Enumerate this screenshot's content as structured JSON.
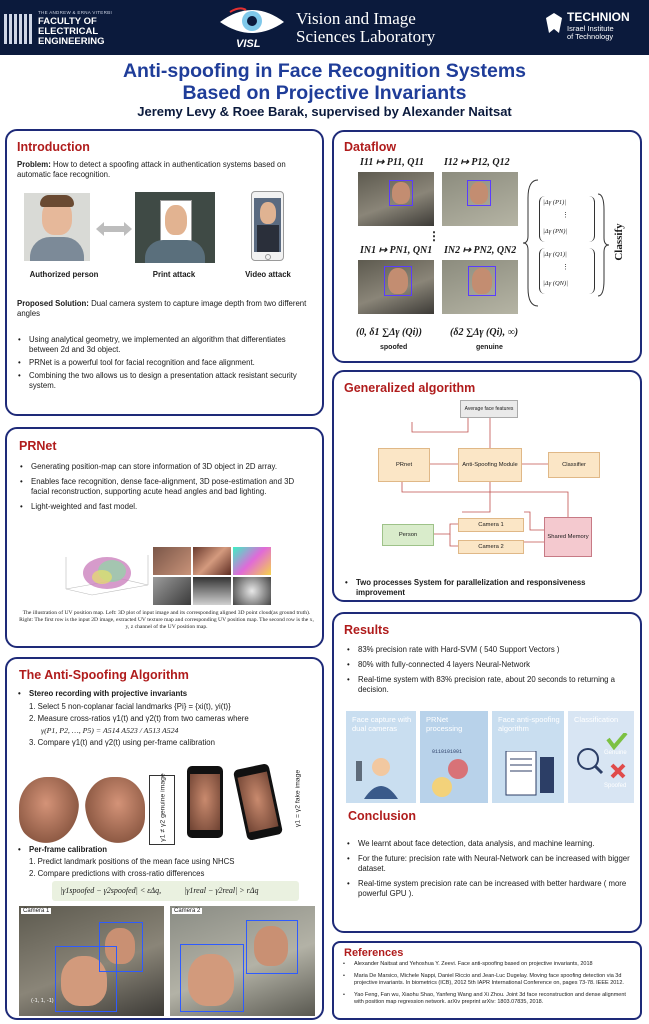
{
  "banner": {
    "faculty_small": "THE ANDREW & ERNA VITERBI",
    "faculty_line1": "FACULTY OF",
    "faculty_line2": "ELECTRICAL",
    "faculty_line3": "ENGINEERING",
    "visl_logo": "VISL",
    "visl_line1": "Vision and Image",
    "visl_line2": "Sciences Laboratory",
    "technion_name": "TECHNION",
    "technion_line1": "Israel Institute",
    "technion_line2": "of Technology"
  },
  "title_line1": "Anti-spoofing in Face Recognition Systems",
  "title_line2": "Based on Projective Invariants",
  "authors": "Jeremy Levy & Roee Barak, supervised by Alexander Naitsat",
  "introduction": {
    "title": "Introduction",
    "problem_label": "Problem:",
    "problem_text": " How to detect a spoofing attack in authentication systems based on automatic face recognition.",
    "label_authorized": "Authorized person",
    "label_print": "Print attack",
    "label_video": "Video attack",
    "solution_label": "Proposed Solution:",
    "solution_text": " Dual camera system to capture image depth from two different angles",
    "bullets": [
      "Using analytical geometry, we implemented an algorithm that differentiates between 2d and 3d object.",
      "PRNet is a powerful tool for facial recognition and face alignment.",
      "Combining the two allows us to design a presentation attack resistant security system."
    ]
  },
  "prnet": {
    "title": "PRNet",
    "bullets": [
      "Generating position-map can store information of 3D object in 2D array.",
      "Enables face recognition, dense face-alignment, 3D pose-estimation and 3D facial reconstruction, supporting acute head angles and bad lighting.",
      "Light-weighted and fast model."
    ],
    "caption": "The illustration of UV position map. Left: 3D plot of input image and its corresponding aligned 3D point cloud(as ground truth). Right: The first row is the input 2D image, extracted UV texture map and corresponding UV position map. The second row is the x, y, z channel of the UV position map."
  },
  "algorithm": {
    "title": "The Anti-Spoofing Algorithm",
    "stereo_heading": "Stereo recording  with projective invariants",
    "step1": "1.   Select 5 non-coplanar facial landmarks {Pi} = {xi(t), yi(t)}",
    "step2": "2.   Measure  cross-ratios γ1(t) and γ2(t) from two cameras where",
    "step2_formula": "γ(P1, P2, …, P5) = A514 A523 / A513 A524",
    "step3": "3.   Compare γ1(t) and γ2(t) using per-frame calibration",
    "genuine_label": "γ1 ≠ γ2 genuine image",
    "fake_label": "γ1 = γ2 fake image",
    "per_frame_heading": "Per-frame calibration",
    "pf_step1": "1.   Predict landmark positions of the mean face using  NHCS",
    "pf_step2": "2.   Compare predictions with cross-ratio differences",
    "formula_left": "|γ1spoofed − γ2spoofed| < εΔq,",
    "formula_right": "|γ1real − γ2real| > rΔq",
    "camera1": "Camera 1",
    "camera2": "Camera 2",
    "point_label": "(-1, 1, -1)"
  },
  "dataflow": {
    "title": "Dataflow",
    "i11": "I11 ↦ P11, Q11",
    "i12": "I12 ↦ P12, Q12",
    "in1": "IN1 ↦ PN1, QN1",
    "in2": "IN2 ↦ PN2, QN2",
    "vdots": "⋮",
    "matrix1_top": "|Δγ (P1)|",
    "matrix1_bot": "|Δγ (PN)|",
    "matrix2_top": "|Δγ (Q1)|",
    "matrix2_bot": "|Δγ (QN)|",
    "classify": "Classify",
    "interval_spoofed": "(0, δ1 ∑Δγ (Qi))",
    "interval_genuine": "(δ2 ∑Δγ (Qi), ∞)",
    "label_spoofed": "spoofed",
    "label_genuine": "genuine"
  },
  "generalized": {
    "title": "Generalized  algorithm",
    "box_features": "Average face features",
    "box_prnet": "PRnet",
    "box_antispoof": "Anti-Spoofing Module",
    "box_classifier": "Classifier",
    "box_person": "Person",
    "box_cam1": "Camera 1",
    "box_cam2": "Camera 2",
    "box_memory": "Shared Memory",
    "bullet": "Two processes System for parallelization and responsiveness improvement"
  },
  "results": {
    "title": "Results",
    "bullets": [
      "83% precision rate with Hard-SVM ( 540 Support Vectors )",
      "80% with fully-connected 4 layers Neural-Network",
      "Real-time system with 83% precision rate, about 20 seconds to returning a decision."
    ],
    "step1": "Face capture with dual cameras",
    "step2": "PRNet processing",
    "step3": "Face anti-spoofing algorithm",
    "step4": "Classification",
    "genuine": "Genuine",
    "spoofed": "Spoofed"
  },
  "conclusion": {
    "title": "Conclusion",
    "bullets": [
      "We learnt about face detection, data analysis, and machine learning.",
      "For the future: precision rate with Neural-Network can be increased with bigger dataset.",
      "Real-time system precision rate can be increased with better hardware ( more powerful GPU )."
    ]
  },
  "references": {
    "title": "References",
    "items": [
      "Alexander Naitsat and Yehoshua Y. Zeevi. Face anti-spoofing based on projective invariants, 2018",
      "Maria De Marsico, Michele Nappi, Daniel Riccio and Jean-Luc Dugelay. Moving face spoofing detection via 3d projective invariants. In biometrics (ICB), 2012 5th IAPR International Conference on, pages 73-78. IEEE 2012.",
      "Yao Feng, Fan wu, Xiaohu Shao, Yanfeng Wang and Xi Zhou. Joint 3d face reconstruction and dense alignment with position map regression network. arXiv preprint arXiv: 1803.07835, 2018."
    ]
  },
  "colors": {
    "banner": "#0b1a3c",
    "title_blue": "#1f3d99",
    "section_red": "#b01c1c",
    "panel_border": "#1e2a78",
    "ghost_step": "#c9def0"
  }
}
